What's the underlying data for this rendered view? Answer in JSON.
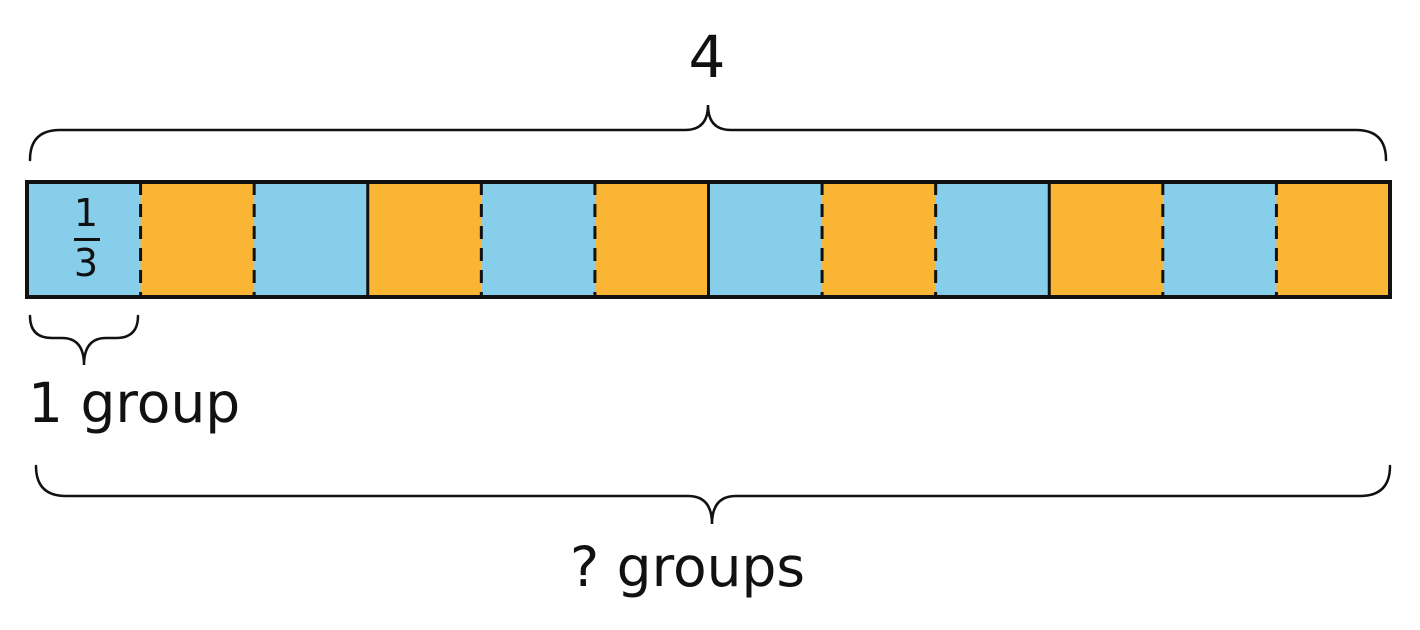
{
  "diagram": {
    "total_label": "4",
    "unit_fraction": {
      "numerator": "1",
      "denominator": "3"
    },
    "one_group_label": "1 group",
    "groups_label": "? groups",
    "segment_count": 12,
    "whole_count": 4,
    "colors": {
      "blue": "#87CEEB",
      "orange": "#FBB534",
      "stroke": "#111111"
    }
  }
}
